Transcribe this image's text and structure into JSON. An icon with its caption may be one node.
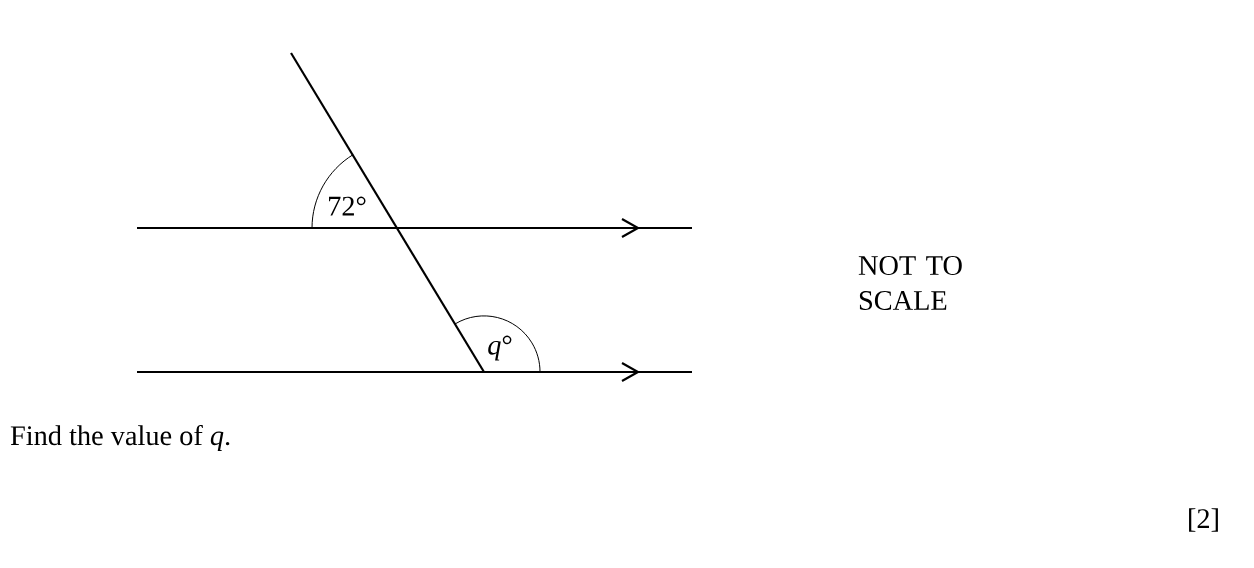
{
  "diagram": {
    "labels": [
      "72°",
      "*q*°",
      "NOT TO SCALE",
      "Find the value of *q*.",
      "[2]"
    ]
  }
}
